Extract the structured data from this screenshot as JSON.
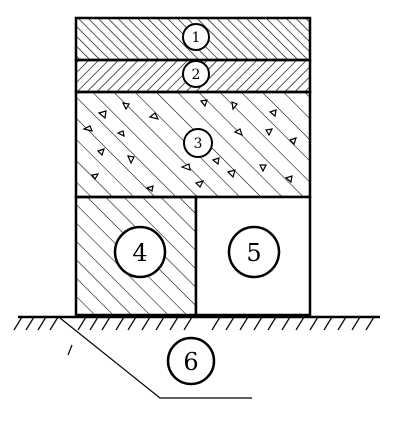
{
  "layers": [
    {
      "id": "1",
      "label": "1",
      "fill": "hatch-forward-dense"
    },
    {
      "id": "2",
      "label": "2",
      "fill": "hatch-back-dense"
    },
    {
      "id": "3",
      "label": "3",
      "fill": "hatch-forward-with-aggregate"
    },
    {
      "id": "4",
      "label": "4",
      "fill": "hatch-forward-sparse"
    },
    {
      "id": "5",
      "label": "5",
      "fill": "plain"
    },
    {
      "id": "6",
      "label": "6",
      "fill": "ground"
    }
  ],
  "colors": {
    "line": "#000000",
    "background": "#ffffff"
  }
}
